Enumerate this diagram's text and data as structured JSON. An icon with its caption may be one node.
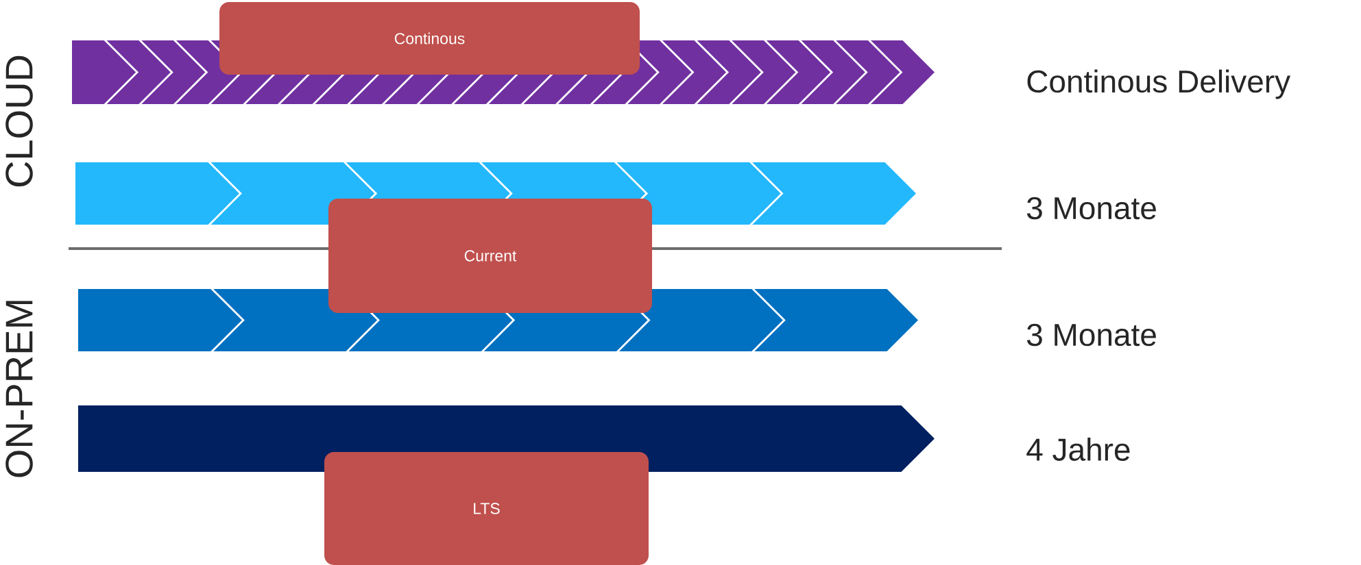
{
  "diagram": {
    "nodes": [
      {
        "text": [
          "Continous"
        ]
      },
      {
        "text": [
          "Current"
        ]
      },
      {
        "text": [
          "LTS"
        ]
      }
    ],
    "labels": [
      "CLOUD",
      "Continous Delivery",
      "3 Monate",
      "ON-PREM",
      "3 Monate",
      "4 Jahre"
    ]
  }
}
